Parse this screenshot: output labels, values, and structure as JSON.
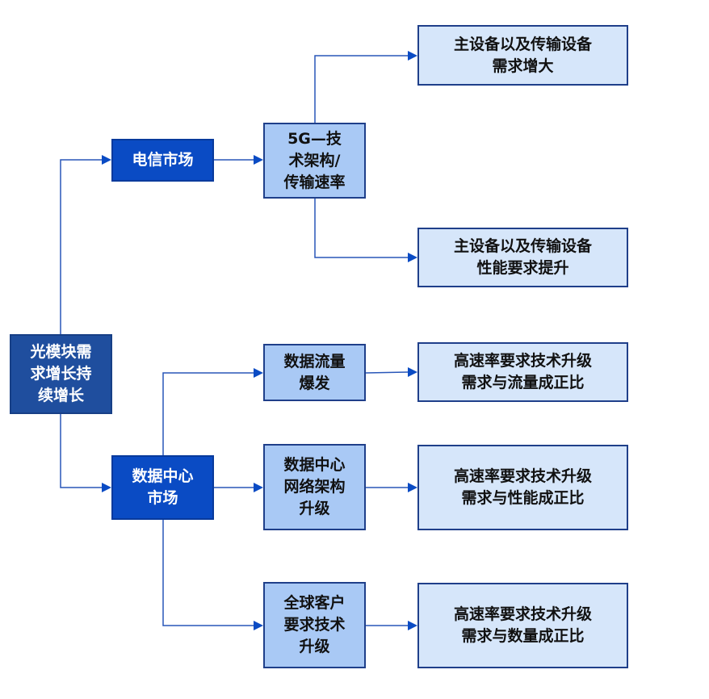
{
  "diagram": {
    "type": "flowchart",
    "direction": "left-to-right",
    "colors": {
      "root_fill": "#1f4e9e",
      "market_fill": "#0a4bc4",
      "driver_fill": "#a9c9f5",
      "outcome_fill": "#d6e6fa",
      "connector": "#2856b8"
    },
    "nodes": {
      "root": {
        "label": "光模块需\n求增长持\n续增长"
      },
      "telecom_market": {
        "label": "电信市场"
      },
      "datacenter_market": {
        "label": "数据中心\n市场"
      },
      "5g_tech": {
        "label": "5G—技\n术架构/\n传输速率"
      },
      "data_traffic": {
        "label": "数据流量\n爆发"
      },
      "dc_network": {
        "label": "数据中心\n网络架构\n升级"
      },
      "global_customers": {
        "label": "全球客户\n要求技术\n升级"
      },
      "equip_demand": {
        "label": "主设备以及传输设备\n需求增大"
      },
      "equip_performance": {
        "label": "主设备以及传输设备\n性能要求提升"
      },
      "rate_traffic": {
        "label": "高速率要求技术升级\n需求与流量成正比"
      },
      "rate_performance": {
        "label": "高速率要求技术升级\n需求与性能成正比"
      },
      "rate_quantity": {
        "label": "高速率要求技术升级\n需求与数量成正比"
      }
    },
    "edges": [
      {
        "from": "root",
        "to": "telecom_market"
      },
      {
        "from": "root",
        "to": "datacenter_market"
      },
      {
        "from": "telecom_market",
        "to": "5g_tech"
      },
      {
        "from": "5g_tech",
        "to": "equip_demand"
      },
      {
        "from": "5g_tech",
        "to": "equip_performance"
      },
      {
        "from": "datacenter_market",
        "to": "data_traffic"
      },
      {
        "from": "datacenter_market",
        "to": "dc_network"
      },
      {
        "from": "datacenter_market",
        "to": "global_customers"
      },
      {
        "from": "data_traffic",
        "to": "rate_traffic"
      },
      {
        "from": "dc_network",
        "to": "rate_performance"
      },
      {
        "from": "global_customers",
        "to": "rate_quantity"
      }
    ]
  }
}
